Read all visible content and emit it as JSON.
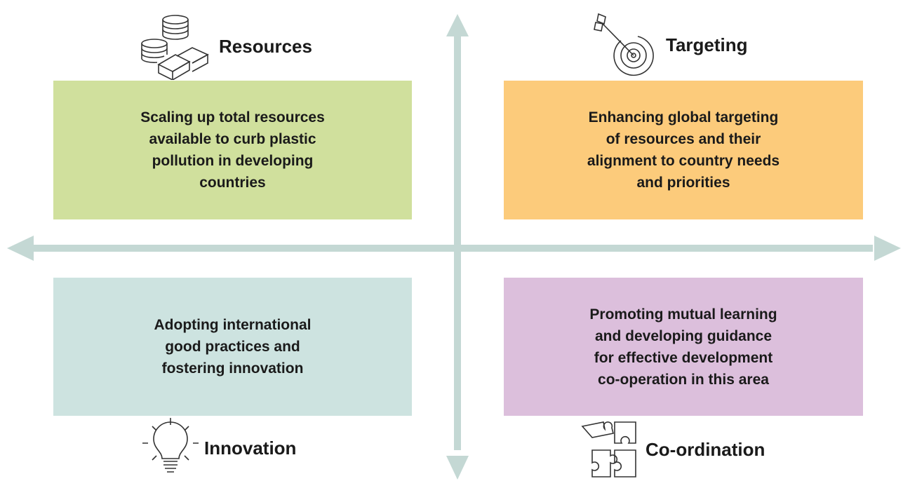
{
  "colors": {
    "axis": "#c4d8d4",
    "resources_box": "#d0e09d",
    "targeting_box": "#fccb7b",
    "innovation_box": "#cde3e0",
    "coordination_box": "#dcbfdc"
  },
  "quadrants": {
    "resources": {
      "title": "Resources",
      "icon": "coins-stack-icon",
      "text": "Scaling up total resources\navailable to curb plastic\npollution in developing\ncountries"
    },
    "targeting": {
      "title": "Targeting",
      "icon": "target-arrow-icon",
      "text": "Enhancing global targeting\nof resources and their\nalignment to country needs\nand priorities"
    },
    "innovation": {
      "title": "Innovation",
      "icon": "lightbulb-icon",
      "text": "Adopting international\ngood practices and\nfostering innovation"
    },
    "coordination": {
      "title": "Co-ordination",
      "icon": "puzzle-icon",
      "text": "Promoting mutual learning\nand developing guidance\nfor effective development\nco-operation in this area"
    }
  }
}
